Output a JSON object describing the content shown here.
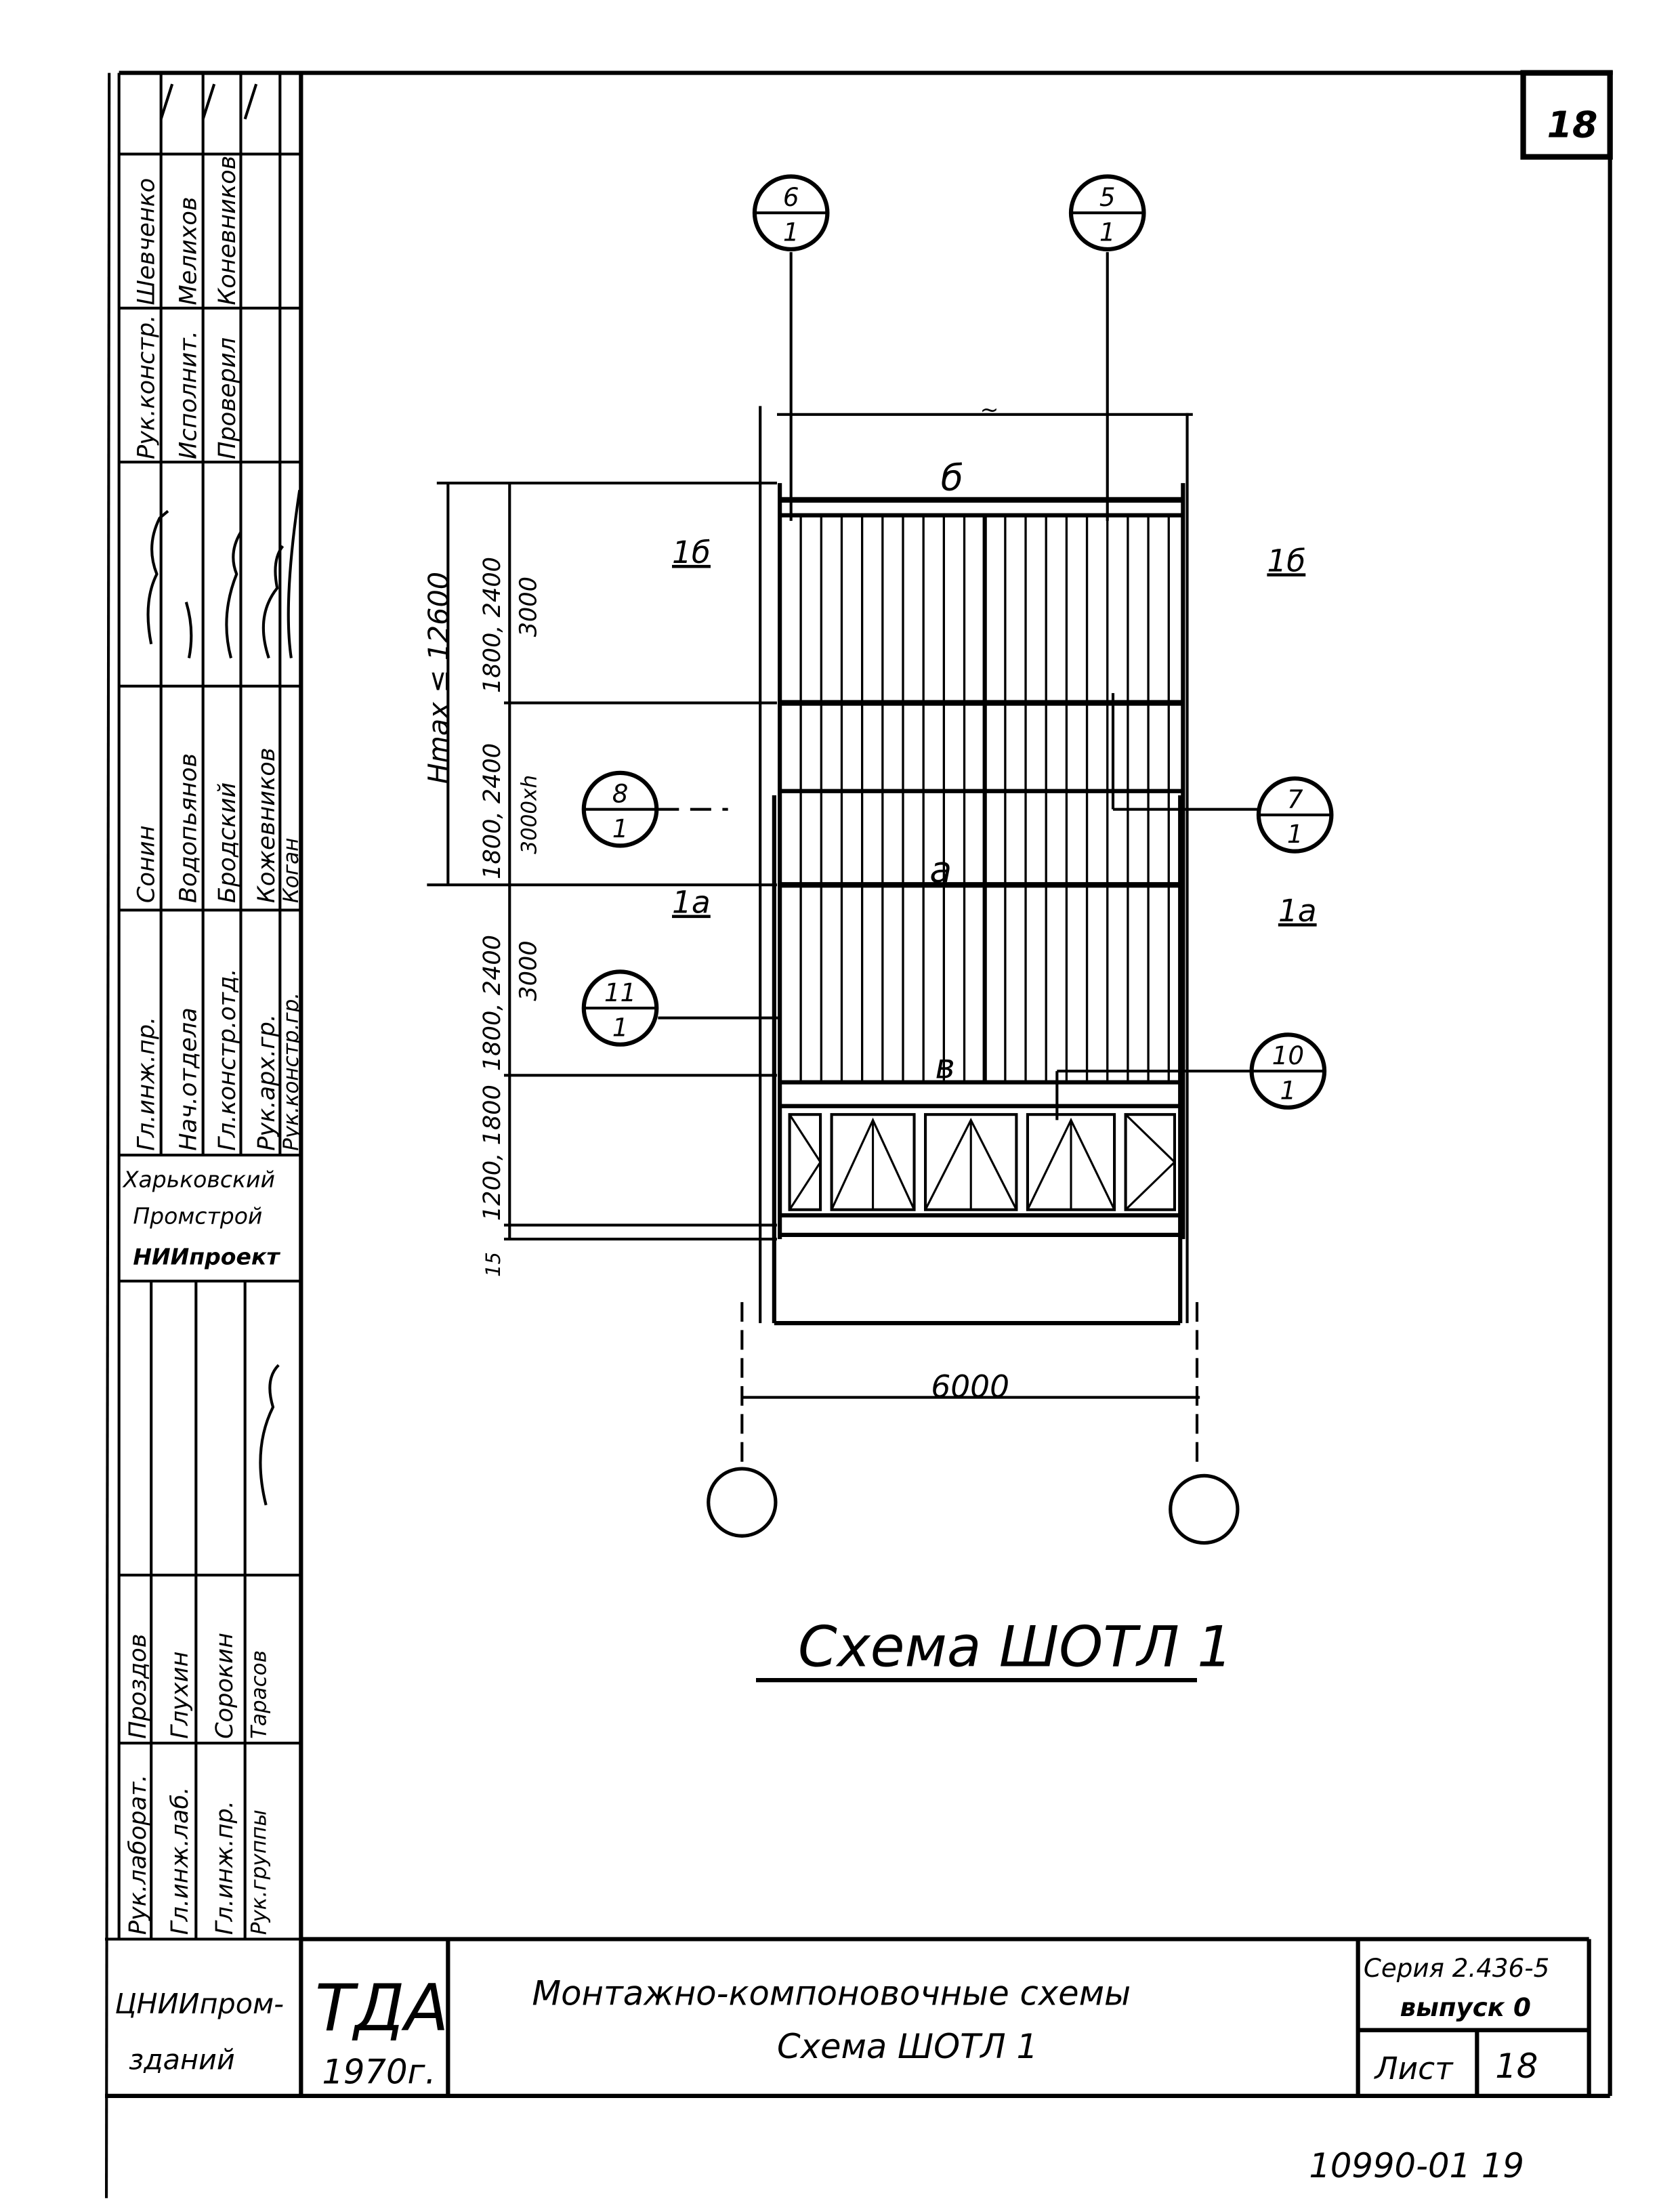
{
  "sheet_corner_number": "18",
  "markers_top": [
    {
      "num": "6",
      "den": "1"
    },
    {
      "num": "5",
      "den": "1"
    }
  ],
  "markers_side": [
    {
      "num": "8",
      "den": "1"
    },
    {
      "num": "7",
      "den": "1"
    },
    {
      "num": "11",
      "den": "1"
    },
    {
      "num": "10",
      "den": "1"
    }
  ],
  "zone_labels": {
    "b_left": "1б",
    "b_right": "1б",
    "a_left": "1а",
    "a_right": "1а"
  },
  "panel_labels": {
    "top": "б",
    "mid": "а",
    "bottom": "в",
    "tick": "~"
  },
  "dimensions": {
    "hmax": "Hmax ≤ 12600",
    "tier1": "1800, 2400",
    "tier1b": "3000",
    "tier2": "1800, 2400",
    "tier2b": "3000хh",
    "tier3": "1800, 2400",
    "tier3b": "3000",
    "tier4": "1200, 1800",
    "base": "15",
    "width": "6000"
  },
  "scheme_title": "Схема ШОТЛ 1",
  "left_strip": {
    "top_roles": [
      "Рук.констр.",
      "Исполнит.",
      "Проверил"
    ],
    "top_names": [
      "Шевченко",
      "Мелихов",
      "Коневников"
    ],
    "mid_roles": [
      "Гл.инж.пр.",
      "Нач.отдела",
      "Гл.констр.отд.",
      "Рук.арх.гр.",
      "Рук.констр.гр."
    ],
    "mid_names": [
      "Сонин",
      "Водопьянов",
      "Бродский",
      "Кожевников",
      "Коган"
    ],
    "org1": [
      "Харьковский",
      "Промстрой",
      "НИИпроект"
    ],
    "low_roles": [
      "Рук.лаборат.",
      "Гл.инж.лаб.",
      "Гл.инж.пр.",
      "Рук.группы"
    ],
    "low_names": [
      "Проздов",
      "Глухин",
      "Сорокин",
      "Тарасов"
    ],
    "org2": [
      "ЦНИИпром-",
      "зданий"
    ]
  },
  "title_block": {
    "code": "ТДА",
    "year": "1970г.",
    "title_line1": "Монтажно-компоновочные схемы",
    "title_line2": "Схема ШОТЛ 1",
    "series": "Серия 2.436-5",
    "issue": "выпуск 0",
    "sheet_label": "Лист",
    "sheet_num": "18"
  },
  "archive_number": "10990-01  19"
}
